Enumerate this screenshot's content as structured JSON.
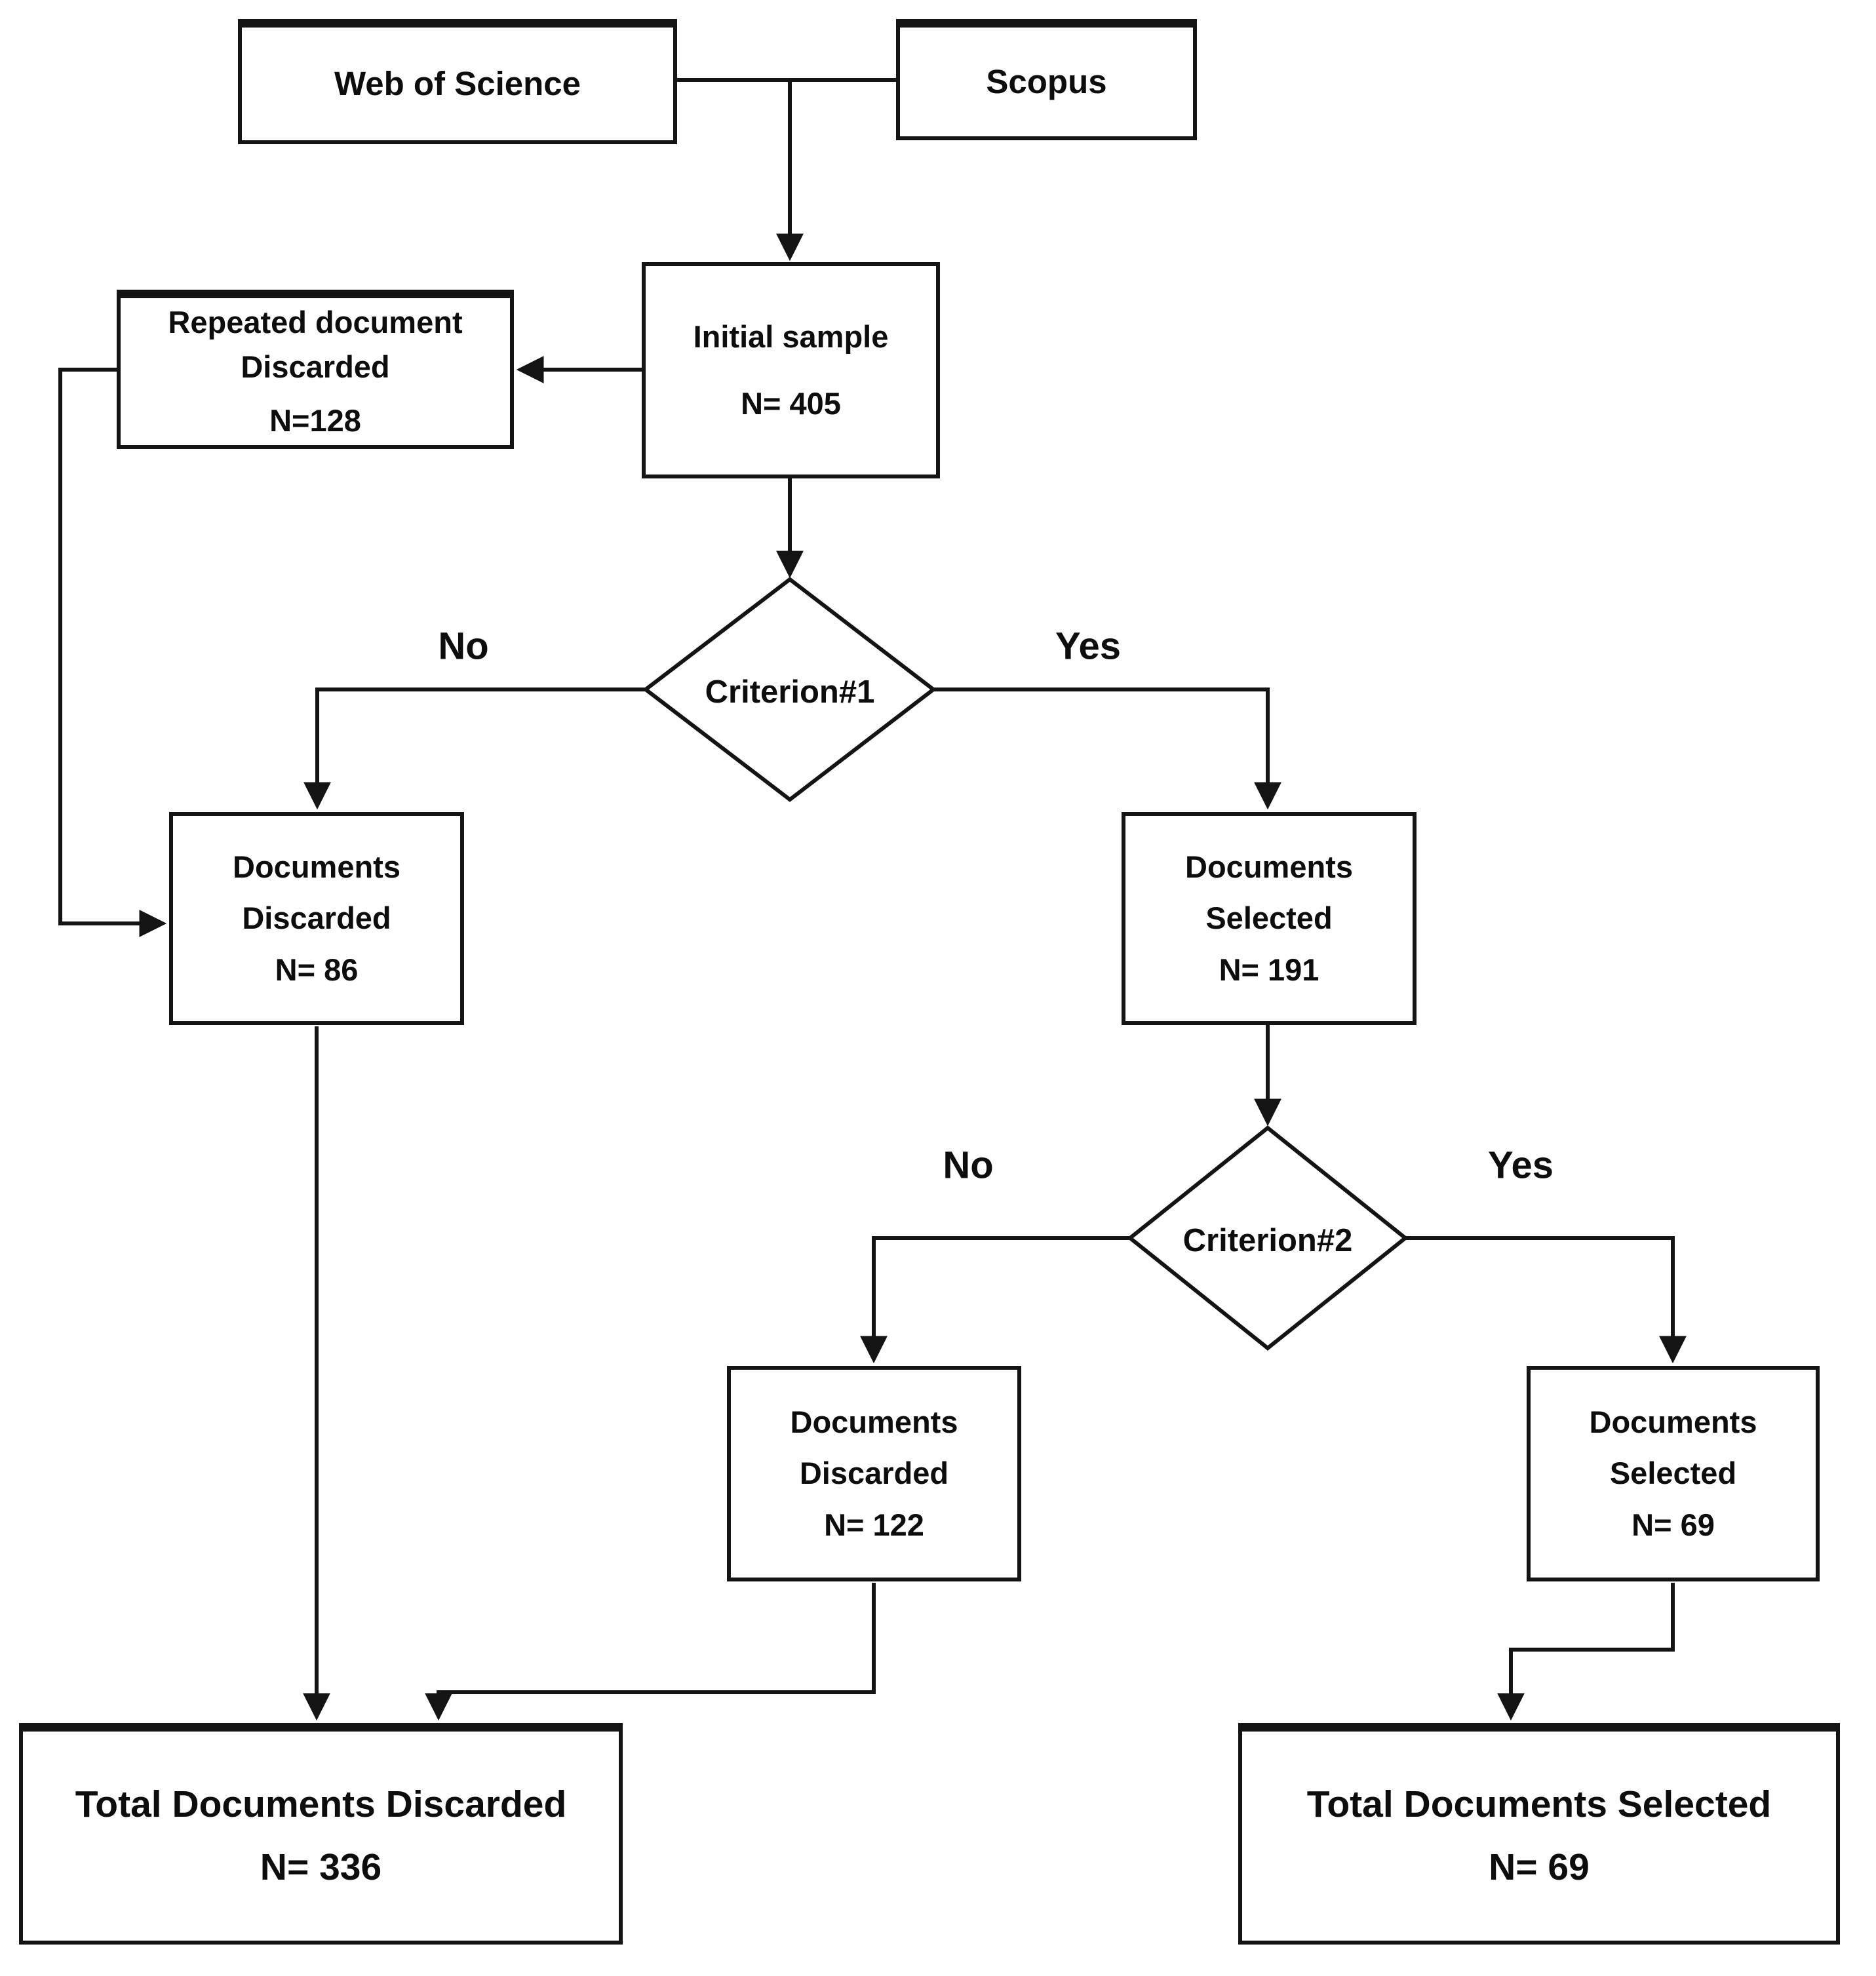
{
  "diagram": {
    "colors": {
      "background": "#ffffff",
      "line": "#141414",
      "box_border": "#141414",
      "text": "#0d0d0d"
    },
    "nodes": {
      "web_of_science": {
        "label": "Web of Science"
      },
      "scopus": {
        "label": "Scopus"
      },
      "initial_sample": {
        "line1": "Initial sample",
        "line2": "N= 405"
      },
      "repeated_document": {
        "line1": "Repeated document",
        "line2": "Discarded",
        "line3": "N=128"
      },
      "criterion_1": {
        "label": "Criterion#1"
      },
      "documents_discarded_1": {
        "line1": "Documents",
        "line2": "Discarded",
        "line3": "N= 86"
      },
      "documents_selected_1": {
        "line1": "Documents",
        "line2": "Selected",
        "line3": "N= 191"
      },
      "criterion_2": {
        "label": "Criterion#2"
      },
      "documents_discarded_2": {
        "line1": "Documents",
        "line2": "Discarded",
        "line3": "N= 122"
      },
      "documents_selected_2": {
        "line1": "Documents",
        "line2": "Selected",
        "line3": "N= 69"
      },
      "total_discarded": {
        "line1": "Total Documents Discarded",
        "line2": "N= 336"
      },
      "total_selected": {
        "line1": "Total Documents Selected",
        "line2": "N= 69"
      }
    },
    "edge_labels": {
      "criterion1_no": "No",
      "criterion1_yes": "Yes",
      "criterion2_no": "No",
      "criterion2_yes": "Yes"
    }
  }
}
